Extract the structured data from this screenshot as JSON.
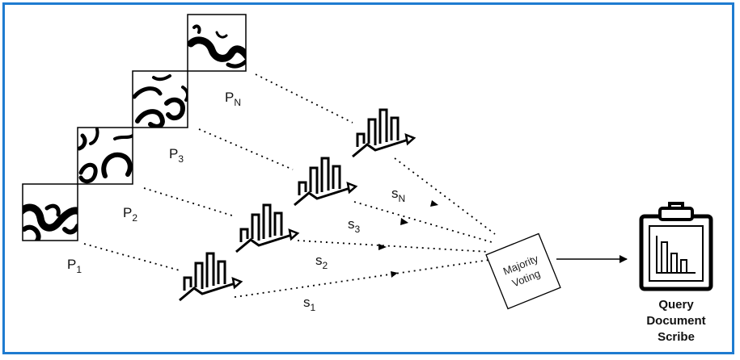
{
  "patches": [
    {
      "main": "P",
      "sub": "1"
    },
    {
      "main": "P",
      "sub": "2"
    },
    {
      "main": "P",
      "sub": "3"
    },
    {
      "main": "P",
      "sub": "N"
    }
  ],
  "scores": [
    {
      "main": "s",
      "sub": "1"
    },
    {
      "main": "s",
      "sub": "2"
    },
    {
      "main": "s",
      "sub": "3"
    },
    {
      "main": "s",
      "sub": "N"
    }
  ],
  "voting": {
    "line1": "Majority",
    "line2": "Voting"
  },
  "output": {
    "line1": "Query",
    "line2": "Document",
    "line3": "Scribe"
  },
  "icons": [
    "handwriting-patch",
    "classifier-chart-icon",
    "clipboard-report-icon"
  ],
  "colors": {
    "frame": "#1e7bd0",
    "ink": "#000000"
  }
}
